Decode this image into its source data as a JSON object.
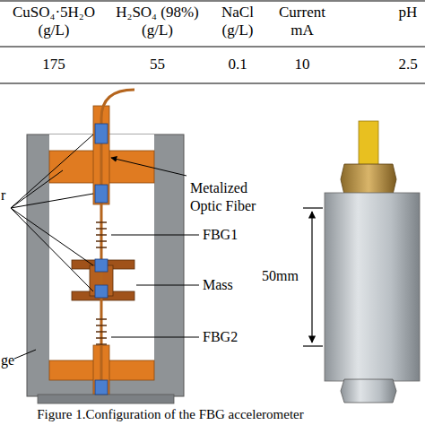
{
  "diagram": {
    "caption": "Figure 1.Configuration of the FBG accelerometer",
    "labels": [
      "CuSO₄·5H₂O (g/L)",
      "H₂SO₄ (98%) (g/L)",
      "NaCl (g/L)",
      "Current mA",
      "pH",
      "175",
      "55",
      "0.1",
      "10",
      "2.5",
      "r",
      "Metalized Optic Fiber",
      "FBG1",
      "Mass",
      "FBG2",
      "ge",
      "50mm"
    ]
  }
}
